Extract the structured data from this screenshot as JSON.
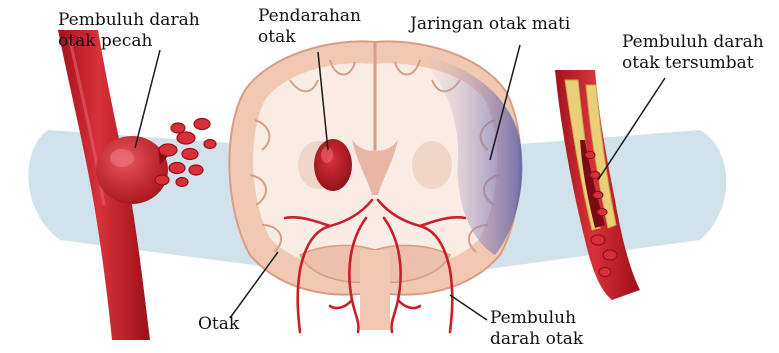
{
  "labels": {
    "ruptured_vessel": {
      "line1": "Pembuluh darah",
      "line2": "otak pecah"
    },
    "hemorrhage": {
      "line1": "Pendarahan",
      "line2": "otak"
    },
    "dead_tissue": {
      "line1": "Jaringan otak mati"
    },
    "blocked_vessel": {
      "line1": "Pembuluh darah",
      "line2": "otak tersumbat"
    },
    "brain": {
      "line1": "Otak"
    },
    "brain_vessels": {
      "line1": "Pembuluh",
      "line2": "darah otak"
    }
  },
  "colors": {
    "artery": "#c8202a",
    "artery_dark": "#8e1016",
    "blood_cell": "#d7303a",
    "plaque": "#e9cf7a",
    "brain_cortex": "#f1c9b2",
    "white_matter": "#f8ece4",
    "dead_tissue": "#6f73b4",
    "zoom_funnel": "#c9dde6",
    "leader_line": "#1a1a1a"
  },
  "icons": {
    "ruptured_vessel": "aneurysm-illustration",
    "blocked_vessel": "clot-illustration",
    "brain": "brain-coronal-section"
  }
}
